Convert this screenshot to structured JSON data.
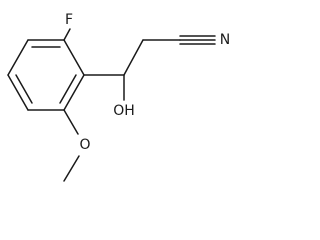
{
  "molecule": {
    "atoms": {
      "fluorine": "F",
      "nitrogen": "N",
      "hydroxyl": "OH",
      "methoxy_oxygen": "O"
    },
    "bond_color": "#1a1a1a",
    "background": "#ffffff"
  }
}
